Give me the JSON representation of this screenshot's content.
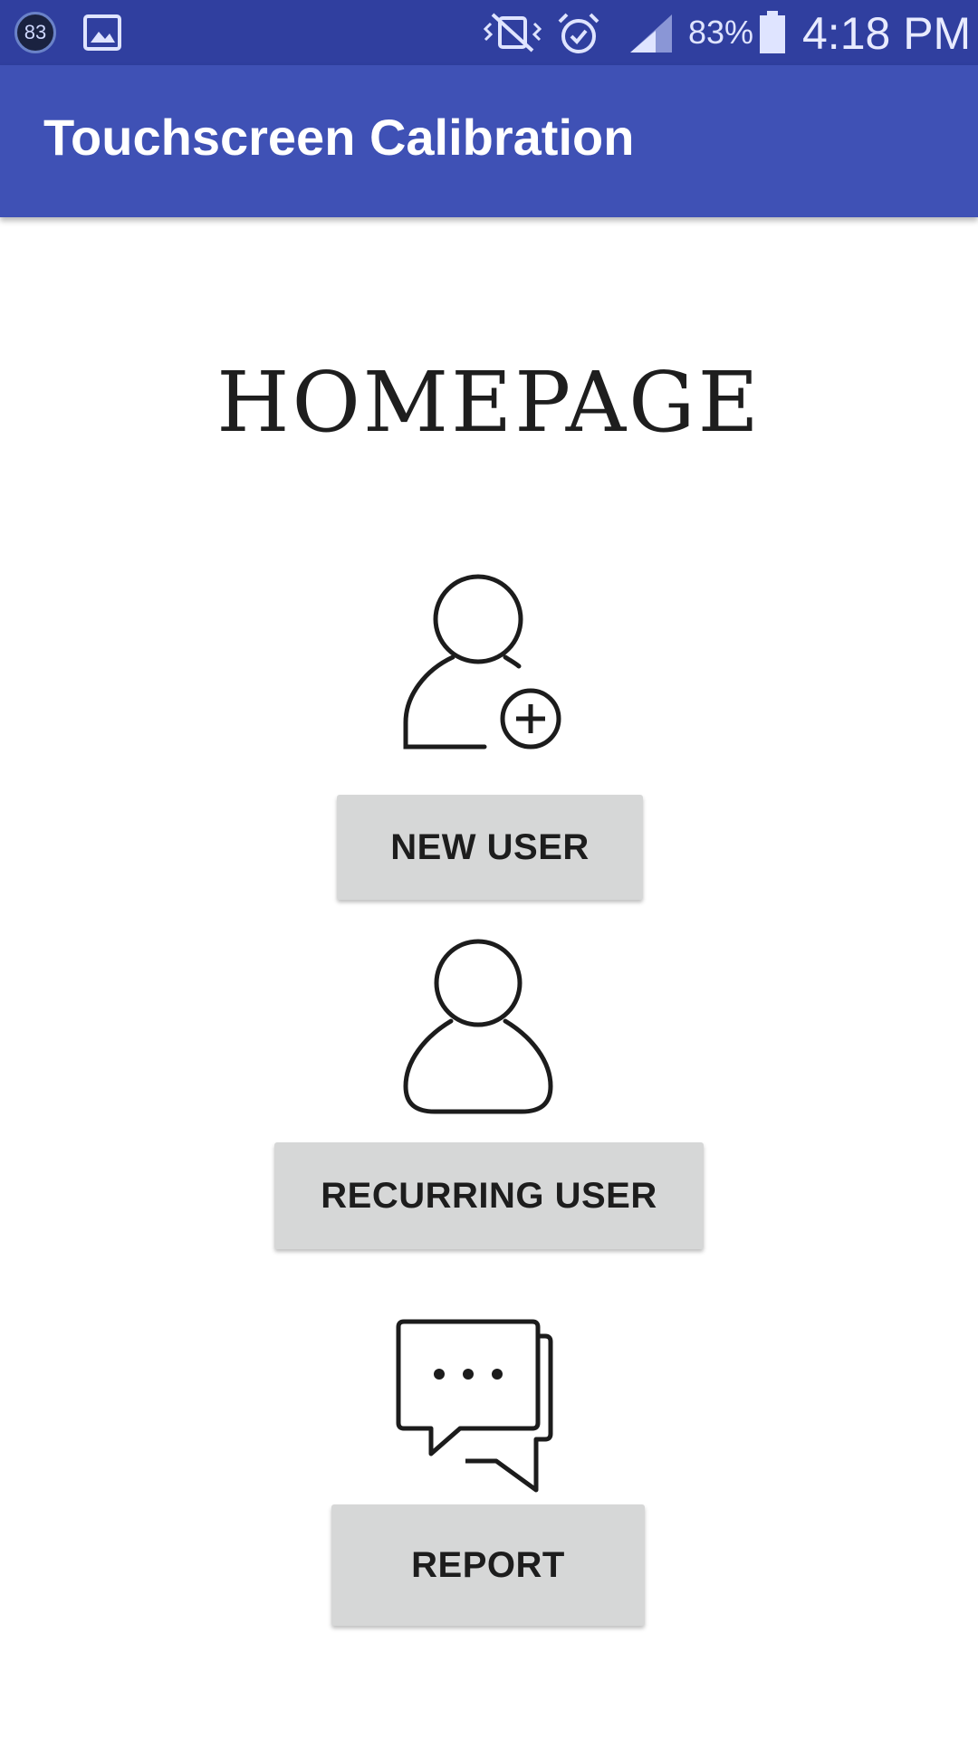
{
  "status_bar": {
    "notification_count": "83",
    "battery_percent": "83%",
    "time": "4:18 PM",
    "icons": [
      "notification-badge-icon",
      "image-icon",
      "vibrate-mute-icon",
      "alarm-icon",
      "signal-icon",
      "battery-icon"
    ],
    "background": "#303f9f"
  },
  "app_bar": {
    "title": "Touchscreen Calibration",
    "background": "#3f51b5"
  },
  "main": {
    "heading": "HOMEPAGE",
    "actions": [
      {
        "icon": "add-user-icon",
        "label": "NEW USER"
      },
      {
        "icon": "user-icon",
        "label": "RECURRING USER"
      },
      {
        "icon": "chat-bubbles-icon",
        "label": "REPORT"
      }
    ],
    "button_color": "#d6d7d7"
  }
}
